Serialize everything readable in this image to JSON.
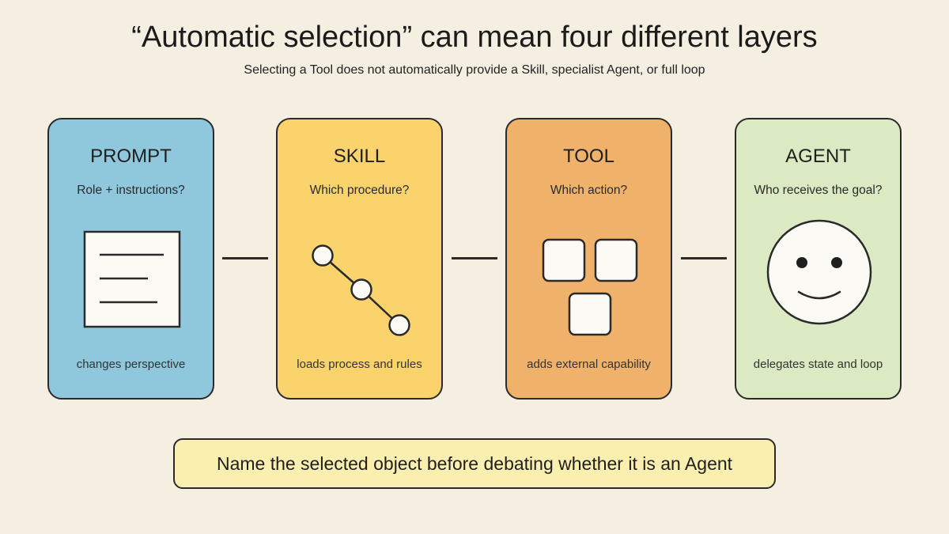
{
  "header": {
    "title": "“Automatic selection” can mean four different layers",
    "subtitle": "Selecting a Tool does not automatically provide a Skill, specialist Agent, or full loop"
  },
  "cards": [
    {
      "title": "PROMPT",
      "question": "Role + instructions?",
      "footer": "changes perspective",
      "color": "#8fc7dd",
      "icon": "document-icon"
    },
    {
      "title": "SKILL",
      "question": "Which procedure?",
      "footer": "loads process and rules",
      "color": "#fbd36d",
      "icon": "connected-steps-icon"
    },
    {
      "title": "TOOL",
      "question": "Which action?",
      "footer": "adds external capability",
      "color": "#f0b26b",
      "icon": "blocks-icon"
    },
    {
      "title": "AGENT",
      "question": "Who receives the goal?",
      "footer": "delegates state and loop",
      "color": "#dbeac2",
      "icon": "smiley-face-icon"
    }
  ],
  "banner": {
    "text": "Name the selected object before debating whether it is an Agent",
    "color": "#fbefb0"
  }
}
